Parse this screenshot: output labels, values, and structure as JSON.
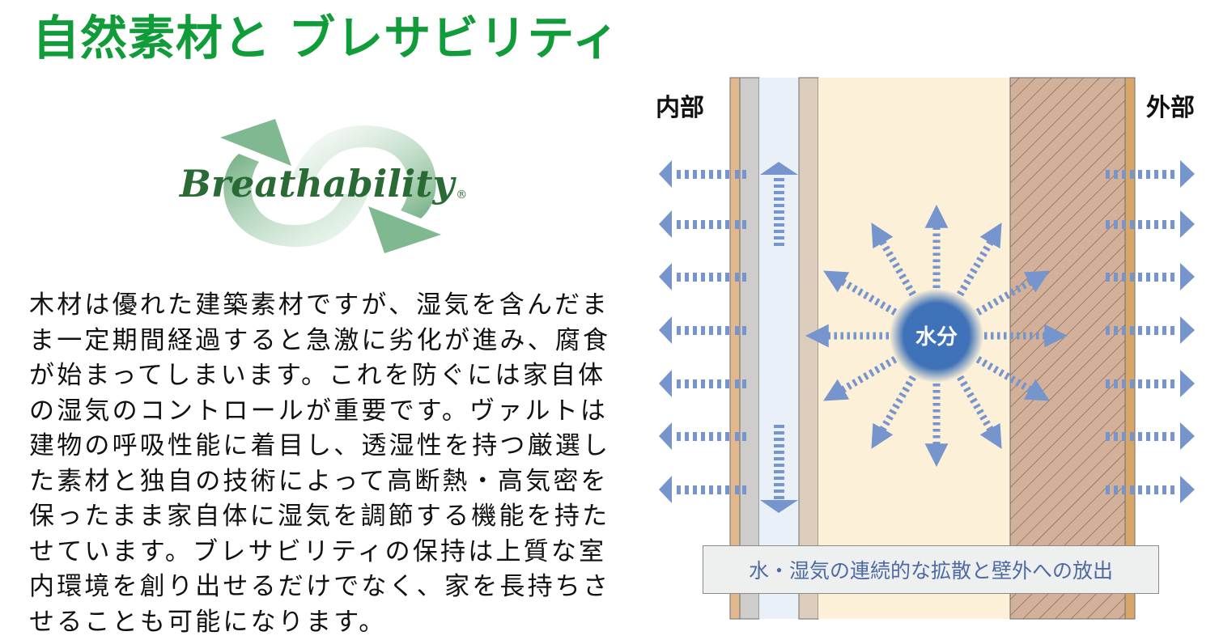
{
  "header": {
    "title": "自然素材と ブレサビリティ"
  },
  "logo": {
    "text": "Breathability",
    "registered_mark": "®",
    "icon": "recycle-arrows-icon",
    "color": "#2a6a35",
    "arrow_color": "#7fb891"
  },
  "description": {
    "lines": [
      "木材は優れた建築素材ですが、湿気を含んだま",
      "ま一定期間経過すると急激に劣化が進み、腐食",
      "が始まってしまいます。これを防ぐには家自体",
      "の湿気のコントロールが重要です。ヴァルトは",
      "建物の呼吸性能に着目し、透湿性を持つ厳選し",
      "た素材と独自の技術によって高断熱・高気密を",
      "保ったまま家自体に湿気を調節する機能を持た",
      "せています。ブレサビリティの保持は上質な室",
      "内環境を創り出せるだけでなく、家を長持ちさ",
      "せることも可能になります。"
    ]
  },
  "diagram": {
    "label_inside": "内部",
    "label_outside": "外部",
    "center_label": "水分",
    "caption": "水・湿気の連続的な拡散と壁外への放出",
    "colors": {
      "arrow": "#7595cc",
      "moisture": "#3f72b8",
      "layer_orange": "#e2b98e",
      "layer_gray": "#cfcdcb",
      "layer_lightblue": "#eaf0f8",
      "layer_beige": "#dccdbc",
      "layer_cream": "#fcf0d8",
      "layer_hatched": "#d3b09a",
      "layer_outer": "#d9a66a",
      "caption_text": "#4f6aa3"
    },
    "wall_layers": [
      "inner-finish-strip",
      "gypsum-board",
      "air-layer",
      "vapor-board",
      "insulation",
      "sheathing-hatched",
      "outer-finish-strip"
    ],
    "left_arrow_rows": 7,
    "right_arrow_rows": 7,
    "radial_arrows": 12
  }
}
